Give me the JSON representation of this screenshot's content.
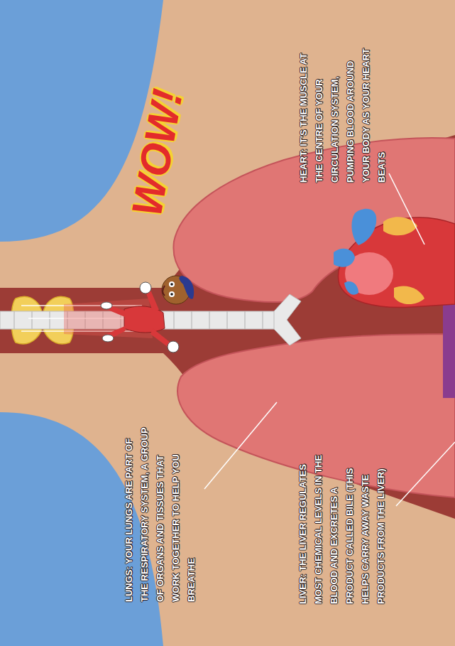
{
  "diagram": {
    "labels": [
      "LUNGS: YOUR LUNGS ARE PART OF THE RESPIRATORY SYSTEM, A GROUP OF ORGANS AND TISSUES THAT WORK TOGETHER TO HELP YOU BREATHE",
      "LIVER: THE LIVER REGULATES MOST CHEMICAL LEVELS IN THE BLOOD AND EXCRETES A PRODUCT CALLED BILE (THIS HELPS CARRY AWAY WASTE PRODUCTS FROM THE LIVER)",
      "HEART: IT'S THE MUSCLE AT THE CENTRE OF YOUR CIRCULATION SYSTEM, PUMPING BLOOD AROUND YOUR BODY AS YOUR HEART BEATS",
      "WOW!"
    ]
  }
}
